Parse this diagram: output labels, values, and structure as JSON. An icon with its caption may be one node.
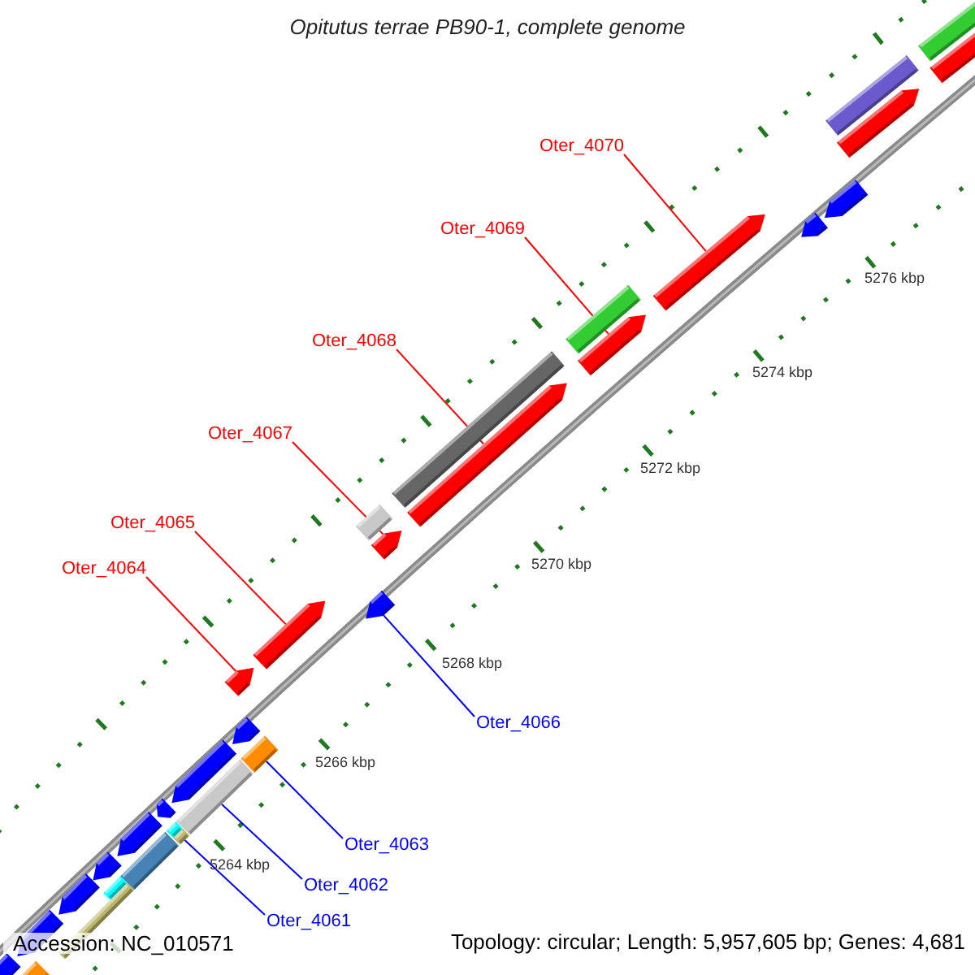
{
  "diagram": {
    "title": "Opitutus terrae PB90-1, complete genome",
    "nodes": [
      {
        "text": [
          "Oter_4070"
        ]
      },
      {
        "text": [
          "Oter_4069"
        ]
      },
      {
        "text": [
          "Oter_4068"
        ]
      },
      {
        "text": [
          "Oter_4067"
        ]
      },
      {
        "text": [
          "Oter_4065"
        ]
      },
      {
        "text": [
          "Oter_4064"
        ]
      },
      {
        "text": [
          "Oter_4066"
        ]
      },
      {
        "text": [
          "Oter_4063"
        ]
      },
      {
        "text": [
          "Oter_4062"
        ]
      },
      {
        "text": [
          "Oter_4061"
        ]
      },
      {
        "text": [],
        "shape": "arrow"
      },
      {
        "text": [],
        "shape": "arrow"
      },
      {
        "text": [],
        "shape": "arrow"
      },
      {
        "text": [],
        "shape": "arrow"
      },
      {
        "text": [],
        "shape": "arrow"
      },
      {
        "text": [],
        "shape": "arrow"
      },
      {
        "text": [],
        "shape": "arrow"
      },
      {
        "text": [],
        "shape": "bar"
      },
      {
        "text": [],
        "shape": "bar"
      },
      {
        "text": [],
        "shape": "bar"
      },
      {
        "text": [],
        "shape": "bar"
      },
      {
        "text": [],
        "shape": "bar"
      },
      {
        "text": [],
        "shape": "bar"
      },
      {
        "text": [],
        "shape": "bar"
      },
      {
        "text": [],
        "shape": "bar"
      },
      {
        "text": [],
        "shape": "arrow"
      },
      {
        "text": [],
        "shape": "arrow"
      },
      {
        "text": [],
        "shape": "arrow"
      },
      {
        "text": [],
        "shape": "arrow"
      },
      {
        "text": [],
        "shape": "arrow"
      },
      {
        "text": [],
        "shape": "arrow"
      },
      {
        "text": [],
        "shape": "arrow"
      },
      {
        "text": [],
        "shape": "arrow"
      },
      {
        "text": [],
        "shape": "arrow"
      },
      {
        "text": [],
        "shape": "arrow"
      },
      {
        "text": [],
        "shape": "arrow"
      },
      {
        "text": [],
        "shape": "arrow"
      },
      {
        "text": [],
        "shape": "bar"
      },
      {
        "text": [],
        "shape": "bar"
      },
      {
        "text": [],
        "shape": "bar"
      },
      {
        "text": [],
        "shape": "bar"
      },
      {
        "text": [],
        "shape": "bar"
      }
    ],
    "edges": [
      {
        "from": 0,
        "to": 10,
        "arrow": "none"
      },
      {
        "from": 1,
        "to": 11,
        "arrow": "none"
      },
      {
        "from": 2,
        "to": 12,
        "arrow": "none"
      },
      {
        "from": 3,
        "to": 13,
        "arrow": "none"
      },
      {
        "from": 4,
        "to": 14,
        "arrow": "none"
      },
      {
        "from": 5,
        "to": 15,
        "arrow": "none"
      },
      {
        "from": 6,
        "to": 16,
        "arrow": "none",
        "color": "#0000ff"
      },
      {
        "from": 7,
        "to": 17,
        "arrow": "none",
        "color": "#0000ff"
      },
      {
        "from": 8,
        "to": 18,
        "arrow": "none",
        "color": "#0000ff"
      },
      {
        "from": 9,
        "to": 19,
        "arrow": "none",
        "color": "#0000ff"
      }
    ],
    "labels": [
      "5276 kbp",
      "5274 kbp",
      "5272 kbp",
      "5270 kbp",
      "5268 kbp",
      "5266 kbp",
      "5264 kbp",
      "Accession: NC_010571",
      "Topology: circular; Length: 5,957,605 bp; Genes: 4,681"
    ]
  }
}
